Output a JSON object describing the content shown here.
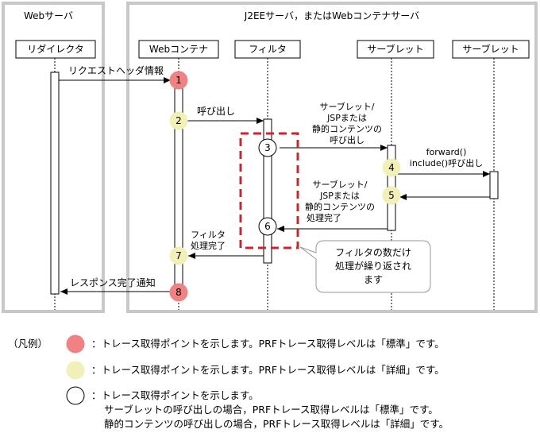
{
  "zones": {
    "web_server": "Webサーバ",
    "j2ee_server": "J2EEサーバ，またはWebコンテナサーバ"
  },
  "lifelines": [
    "リダイレクタ",
    "Webコンテナ",
    "フィルタ",
    "サーブレット",
    "サーブレット"
  ],
  "messages": {
    "request_header": "リクエストヘッダ情報",
    "call": "呼び出し",
    "servlet_jsp_call": [
      "サーブレット/",
      "JSPまたは",
      "静的コンテンツの",
      "呼び出し"
    ],
    "forward_include": [
      "forward()",
      "include()呼び出し"
    ],
    "servlet_jsp_done": [
      "サーブレット/",
      "JSPまたは",
      "静的コンテンツの",
      "処理完了"
    ],
    "filter_done": [
      "フィルタ",
      "処理完了"
    ],
    "response_done": "レスポンス完了通知"
  },
  "points": [
    {
      "n": "1",
      "kind": "standard"
    },
    {
      "n": "2",
      "kind": "detail"
    },
    {
      "n": "3",
      "kind": "plain"
    },
    {
      "n": "4",
      "kind": "detail"
    },
    {
      "n": "5",
      "kind": "detail"
    },
    {
      "n": "6",
      "kind": "plain"
    },
    {
      "n": "7",
      "kind": "detail"
    },
    {
      "n": "8",
      "kind": "standard"
    }
  ],
  "callout": [
    "フィルタの数だけ",
    "処理が繰り返され",
    "ます"
  ],
  "legend": {
    "heading": "（凡例）",
    "standard": "：トレース取得ポイントを示します。PRFトレース取得レベルは「標準」です。",
    "detail": "：トレース取得ポイントを示します。PRFトレース取得レベルは「詳細」です。",
    "plain": [
      "：トレース取得ポイントを示します。",
      "サーブレットの呼び出しの場合，PRFトレース取得レベルは「標準」です。",
      "静的コンテンツの呼び出しの場合，PRFトレース取得レベルは「詳細」です。"
    ]
  },
  "colors": {
    "standard": "#f08283",
    "detail": "#f0f0b8",
    "plain": "#ffffff",
    "frame": "#c8c8c8",
    "dashed": "#c8282d"
  }
}
